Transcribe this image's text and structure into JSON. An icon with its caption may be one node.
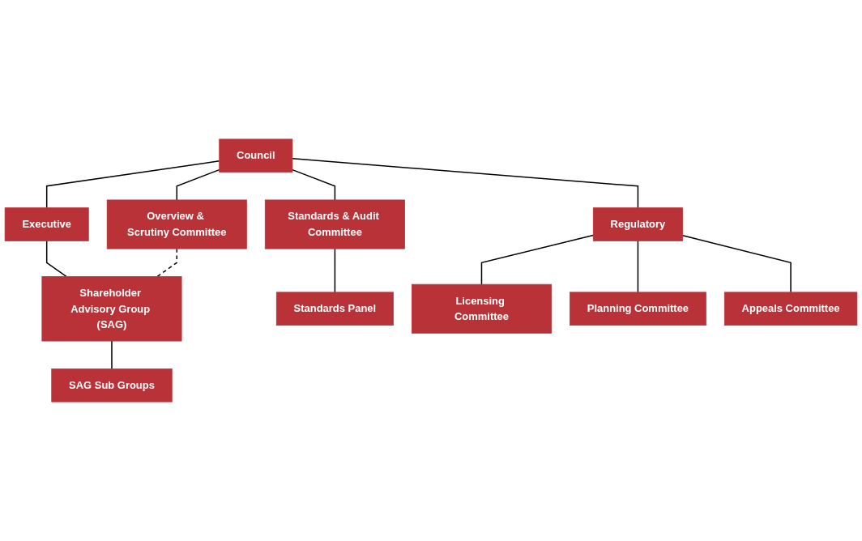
{
  "diagram": {
    "nodes": [
      {
        "text": [
          "Council"
        ]
      },
      {
        "text": [
          "Executive"
        ]
      },
      {
        "text": [
          "Overview & Scrutiny Committee"
        ]
      },
      {
        "text": [
          "Standards & Audit Committee"
        ]
      },
      {
        "text": [
          "Regulatory"
        ]
      },
      {
        "text": [
          "Shareholder Advisory Group (SAG)"
        ]
      },
      {
        "text": [
          "SAG Sub Groups"
        ]
      },
      {
        "text": [
          "Standards Panel"
        ]
      },
      {
        "text": [
          "Licensing Committee"
        ]
      },
      {
        "text": [
          "Planning Committee"
        ]
      },
      {
        "text": [
          "Appeals Committee"
        ]
      }
    ],
    "edges": [
      {
        "from": 0,
        "to": 1,
        "arrow": "none"
      },
      {
        "from": 0,
        "to": 2,
        "arrow": "none"
      },
      {
        "from": 0,
        "to": 3,
        "arrow": "none"
      },
      {
        "from": 0,
        "to": 4,
        "arrow": "none"
      },
      {
        "from": 1,
        "to": 5,
        "arrow": "none"
      },
      {
        "from": 2,
        "to": 5,
        "arrow": "none",
        "style": "dashed"
      },
      {
        "from": 5,
        "to": 6,
        "arrow": "none"
      },
      {
        "from": 3,
        "to": 7,
        "arrow": "none"
      },
      {
        "from": 4,
        "to": 8,
        "arrow": "none"
      },
      {
        "from": 4,
        "to": 9,
        "arrow": "none"
      },
      {
        "from": 4,
        "to": 10,
        "arrow": "none"
      }
    ]
  }
}
